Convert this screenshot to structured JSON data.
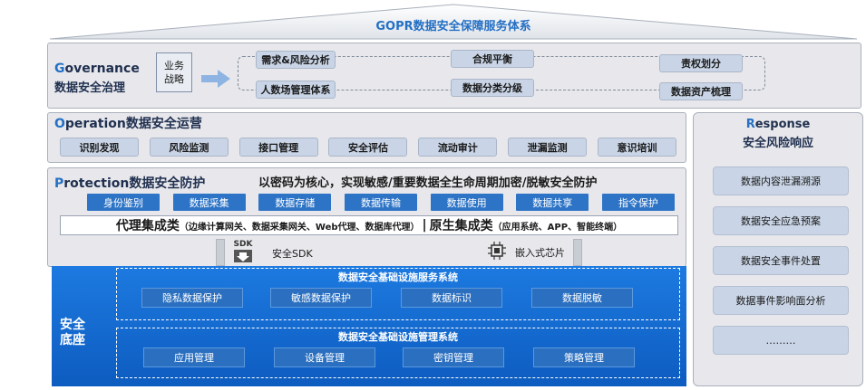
{
  "header": {
    "title": "GOPR数据安全保障服务体系"
  },
  "governance": {
    "title_first": "G",
    "title_rest": "overnance",
    "subtitle": "数据安全治理",
    "box_line1": "业务",
    "box_line2": "战略",
    "items": [
      "需求&风险分析",
      "合规平衡",
      "责权划分",
      "人数场管理体系",
      "数据分类分级",
      "数据资产梳理"
    ]
  },
  "operation": {
    "title_first": "O",
    "title_rest": "peration数据安全运营",
    "items": [
      "识别发现",
      "风险监测",
      "接口管理",
      "安全评估",
      "流动审计",
      "泄漏监测",
      "意识培训"
    ]
  },
  "protection": {
    "title_first": "P",
    "title_rest": "rotection数据安全防护",
    "slogan": "以密码为核心，实现敏感/重要数据全生命周期加密/脱敏安全防护",
    "items": [
      "身份鉴别",
      "数据采集",
      "数据存储",
      "数据传输",
      "数据使用",
      "数据共享",
      "指令保护"
    ],
    "proxy_title": "代理集成类",
    "proxy_detail": "（边缘计算网关、数据采集网关、Web代理、数据库代理）",
    "separator": "|",
    "native_title": "原生集成类",
    "native_detail": "（应用系统、APP、智能终端）",
    "sdk_label": "安全SDK",
    "sdk_icon_text": "SDK",
    "chip_label": "嵌入式芯片"
  },
  "base": {
    "label_line1": "安全",
    "label_line2": "底座",
    "service_title": "数据安全基础设施服务系统",
    "service_items": [
      "隐私数据保护",
      "敏感数据保护",
      "数据标识",
      "数据脱敏"
    ],
    "mgmt_title": "数据安全基础设施管理系统",
    "mgmt_items": [
      "应用管理",
      "设备管理",
      "密钥管理",
      "策略管理"
    ]
  },
  "response": {
    "title_first": "R",
    "title_rest": "esponse",
    "subtitle": "安全风险响应",
    "items": [
      "数据内容泄漏溯源",
      "数据安全应急预案",
      "数据安全事件处置",
      "数据事件影响面分析",
      "………"
    ]
  },
  "colors": {
    "accent": "#2470c4",
    "base_blue": "#1565c0",
    "chip_fill": "#c9d5e6"
  }
}
